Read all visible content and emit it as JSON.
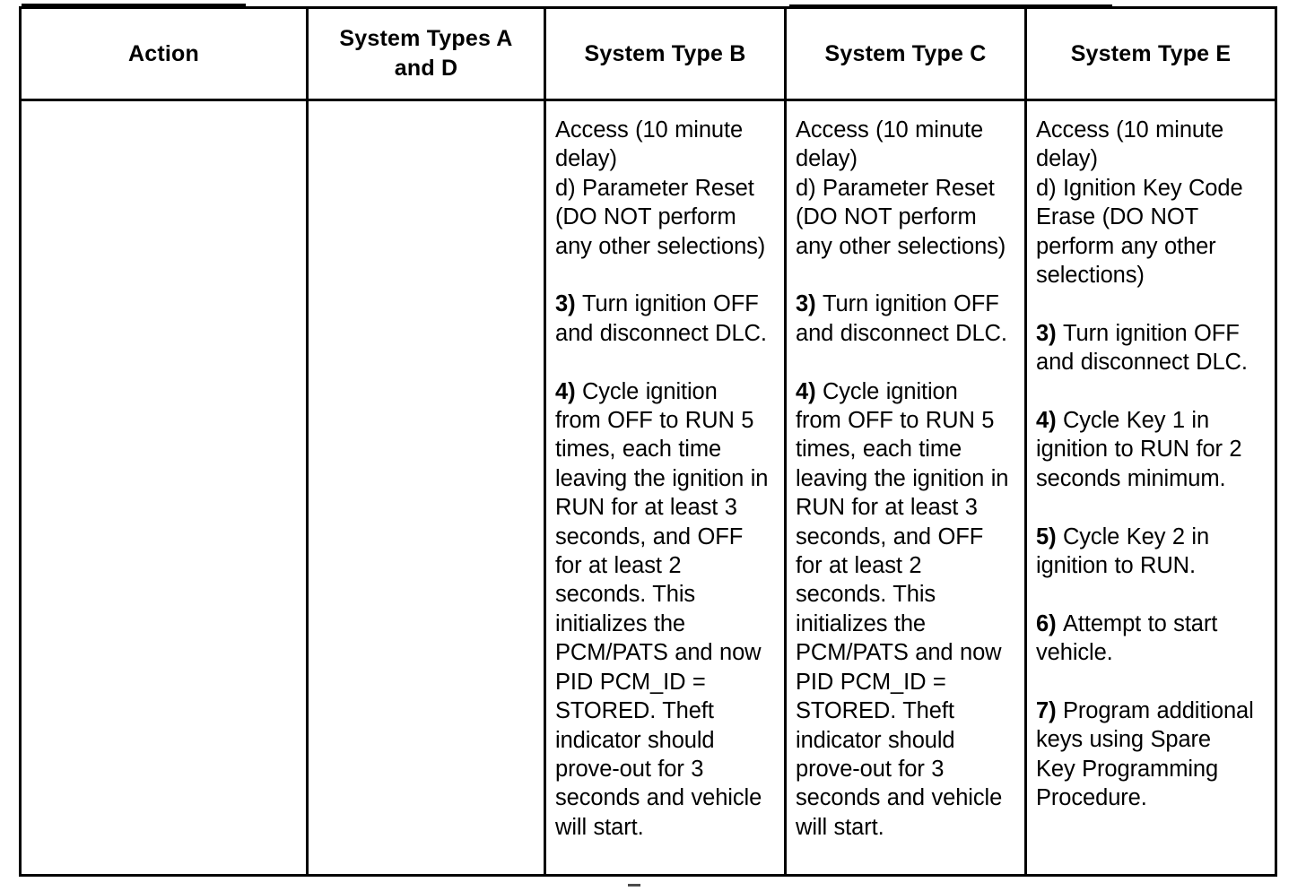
{
  "table": {
    "columns": [
      {
        "key": "action",
        "header": "Action"
      },
      {
        "key": "types_a_d",
        "header_line1": "System Types A",
        "header_line2": "and D"
      },
      {
        "key": "type_b",
        "header": "System Type B"
      },
      {
        "key": "type_c",
        "header": "System Type C"
      },
      {
        "key": "type_e",
        "header": "System Type E"
      }
    ],
    "row": {
      "action": "",
      "types_a_d": "",
      "type_b": {
        "blocks": [
          {
            "lines": [
              "Access (10 minute",
              "delay)",
              "d) Parameter Reset",
              "(DO NOT perform",
              "any other selections)"
            ],
            "step_label": ""
          },
          {
            "step_label": "3)",
            "lines": [
              "Turn ignition OFF",
              "and disconnect DLC."
            ]
          },
          {
            "step_label": "4)",
            "lines": [
              "  Cycle ignition",
              "from OFF to RUN 5",
              "times, each time",
              "leaving the ignition in",
              "RUN for at least 3",
              "seconds, and OFF",
              "for at least 2",
              "seconds. This",
              "initializes the",
              "PCM/PATS and now",
              "PID PCM_ID =",
              "STORED. Theft",
              "indicator should",
              "prove-out for 3",
              "seconds and vehicle",
              "will start."
            ]
          }
        ]
      },
      "type_c": {
        "blocks": [
          {
            "step_label": "",
            "lines": [
              "Access (10 minute",
              "delay)",
              "d) Parameter Reset",
              "(DO NOT perform",
              "any other selections)"
            ]
          },
          {
            "step_label": "3)",
            "lines": [
              "Turn ignition OFF",
              "and disconnect DLC."
            ]
          },
          {
            "step_label": "4)",
            "lines": [
              "  Cycle ignition",
              "from OFF to RUN 5",
              "times, each time",
              "leaving the ignition in",
              "RUN for at least 3",
              "seconds, and OFF",
              "for at least 2",
              "seconds. This",
              "initializes the",
              "PCM/PATS and now",
              "PID PCM_ID =",
              "STORED. Theft",
              "indicator should",
              "prove-out for 3",
              "seconds and vehicle",
              "will start."
            ]
          }
        ]
      },
      "type_e": {
        "blocks": [
          {
            "step_label": "",
            "lines": [
              "Access (10 minute",
              "delay)",
              "d) Ignition Key Code",
              "Erase (DO NOT",
              "perform any other",
              "selections)"
            ]
          },
          {
            "step_label": "3)",
            "lines": [
              "Turn ignition OFF",
              "and disconnect DLC."
            ]
          },
          {
            "step_label": "4)",
            "lines": [
              "Cycle Key 1 in",
              "ignition to RUN for 2",
              "seconds minimum."
            ]
          },
          {
            "step_label": "5)",
            "lines": [
              "Cycle Key 2 in",
              "ignition to RUN."
            ]
          },
          {
            "step_label": "6)",
            "lines": [
              "Attempt to start",
              "vehicle."
            ]
          },
          {
            "step_label": "7)",
            "lines": [
              "Program additional",
              "keys using Spare",
              "Key Programming",
              "Procedure."
            ]
          }
        ]
      }
    }
  }
}
